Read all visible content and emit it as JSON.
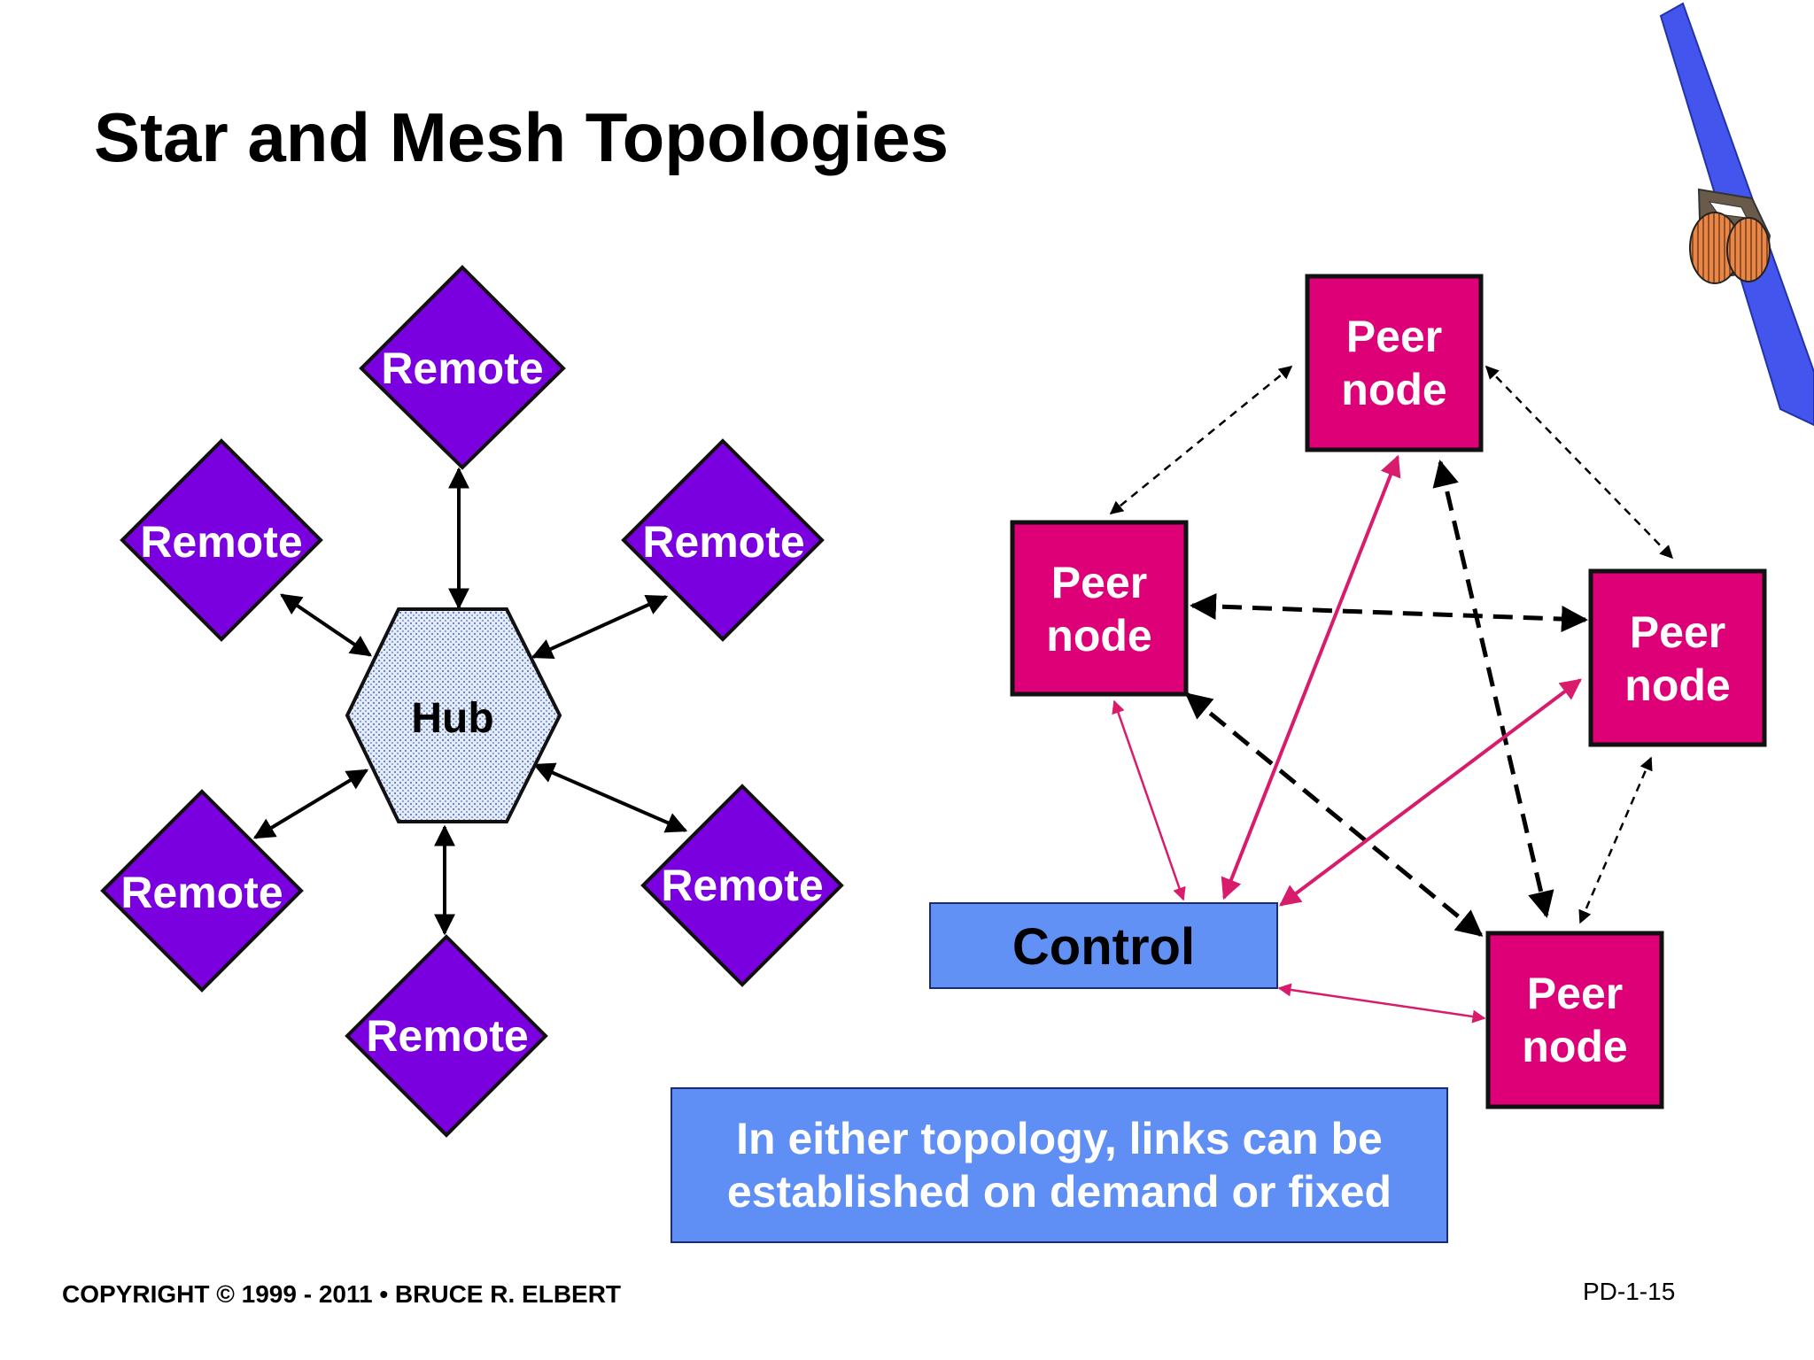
{
  "title": "Star and Mesh Topologies",
  "star": {
    "hub_label": "Hub",
    "remotes": [
      "Remote",
      "Remote",
      "Remote",
      "Remote",
      "Remote",
      "Remote"
    ]
  },
  "mesh": {
    "peers": [
      {
        "line1": "Peer",
        "line2": "node"
      },
      {
        "line1": "Peer",
        "line2": "node"
      },
      {
        "line1": "Peer",
        "line2": "node"
      },
      {
        "line1": "Peer",
        "line2": "node"
      }
    ],
    "control_label": "Control"
  },
  "note": "In either topology, links can be\nestablished on demand or fixed",
  "footer": {
    "copyright": "COPYRIGHT © 1999 - 2011 • BRUCE R. ELBERT",
    "page_id": "PD-1-15"
  },
  "colors": {
    "remote": "#7a00e0",
    "peer": "#dd0077",
    "control": "#6191f5",
    "note": "#5f8ff5",
    "star_link": "#000000",
    "control_link": "#d81b6b",
    "mesh_link": "#000000",
    "satellite_panel": "#4455ee",
    "satellite_body": "#e8874a"
  },
  "icons": [
    "satellite-icon"
  ]
}
